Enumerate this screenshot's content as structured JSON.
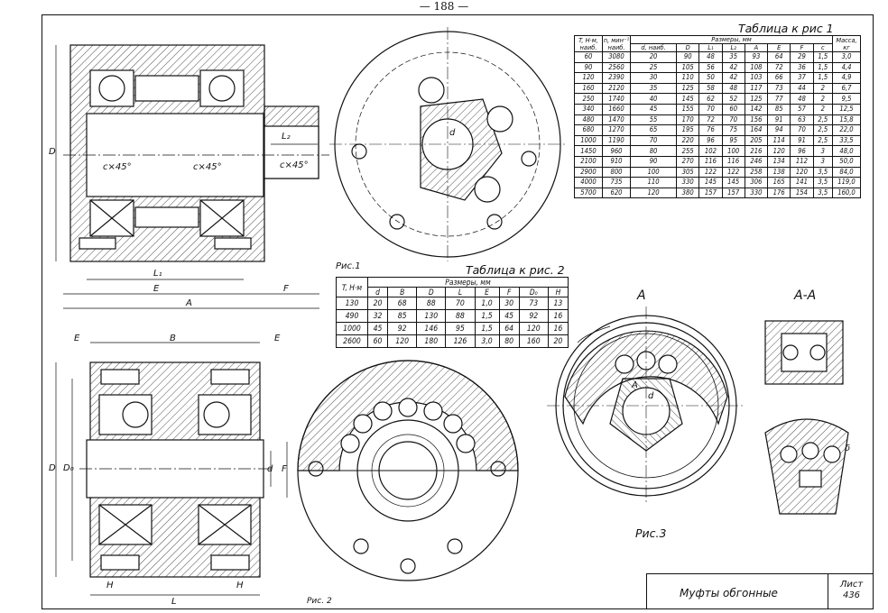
{
  "page_number": "— 188 —",
  "table1": {
    "title": "Таблица к рис 1",
    "header": {
      "T": "T, Н·м, наиб.",
      "n": "n, мин⁻¹ наиб.",
      "group": "Размеры, мм",
      "cols": [
        "d, наиб.",
        "D",
        "L₁",
        "L₂",
        "A",
        "E",
        "F",
        "c"
      ],
      "mass": "Масса, кг"
    },
    "rows": [
      [
        "60",
        "3080",
        "20",
        "90",
        "48",
        "35",
        "93",
        "64",
        "29",
        "1,5",
        "3,0"
      ],
      [
        "90",
        "2560",
        "25",
        "105",
        "56",
        "42",
        "108",
        "72",
        "36",
        "1,5",
        "4,4"
      ],
      [
        "120",
        "2390",
        "30",
        "110",
        "50",
        "42",
        "103",
        "66",
        "37",
        "1,5",
        "4,9"
      ],
      [
        "160",
        "2120",
        "35",
        "125",
        "58",
        "48",
        "117",
        "73",
        "44",
        "2",
        "6,7"
      ],
      [
        "250",
        "1740",
        "40",
        "145",
        "62",
        "52",
        "125",
        "77",
        "48",
        "2",
        "9,5"
      ],
      [
        "340",
        "1660",
        "45",
        "155",
        "70",
        "60",
        "142",
        "85",
        "57",
        "2",
        "12,5"
      ],
      [
        "480",
        "1470",
        "55",
        "170",
        "72",
        "70",
        "156",
        "91",
        "63",
        "2,5",
        "15,8"
      ],
      [
        "680",
        "1270",
        "65",
        "195",
        "76",
        "75",
        "164",
        "94",
        "70",
        "2,5",
        "22,0"
      ],
      [
        "1000",
        "1190",
        "70",
        "220",
        "96",
        "95",
        "205",
        "114",
        "91",
        "2,5",
        "33,5"
      ],
      [
        "1450",
        "960",
        "80",
        "255",
        "102",
        "100",
        "216",
        "120",
        "96",
        "3",
        "48,0"
      ],
      [
        "2100",
        "910",
        "90",
        "270",
        "116",
        "116",
        "246",
        "134",
        "112",
        "3",
        "50,0"
      ],
      [
        "2900",
        "800",
        "100",
        "305",
        "122",
        "122",
        "258",
        "138",
        "120",
        "3,5",
        "84,0"
      ],
      [
        "4000",
        "735",
        "110",
        "330",
        "145",
        "145",
        "306",
        "165",
        "141",
        "3,5",
        "119,0"
      ],
      [
        "5700",
        "620",
        "120",
        "380",
        "157",
        "157",
        "330",
        "176",
        "154",
        "3,5",
        "160,0"
      ]
    ]
  },
  "table2": {
    "title": "Таблица к рис. 2",
    "header": {
      "T": "T, Н·м",
      "group": "Размеры, мм",
      "cols": [
        "d",
        "B",
        "D",
        "L",
        "E",
        "F",
        "D₀",
        "H"
      ]
    },
    "rows": [
      [
        "130",
        "20",
        "68",
        "88",
        "70",
        "1,0",
        "30",
        "73",
        "13"
      ],
      [
        "490",
        "32",
        "85",
        "130",
        "88",
        "1,5",
        "45",
        "92",
        "16"
      ],
      [
        "1000",
        "45",
        "92",
        "146",
        "95",
        "1,5",
        "64",
        "120",
        "16"
      ],
      [
        "2600",
        "60",
        "120",
        "180",
        "126",
        "3,0",
        "80",
        "160",
        "20"
      ]
    ]
  },
  "captions": {
    "fig1": "Рис.1",
    "fig2": "Рис. 2",
    "fig3": "Рис.3",
    "section": "A-A",
    "arrow_a": "А",
    "section_a": "A"
  },
  "labels": {
    "D": "D",
    "L1": "L₁",
    "E": "E",
    "A": "A",
    "F": "F",
    "L2": "L₂",
    "c1": "c×45°",
    "c2": "c×45°",
    "c3": "c×45°",
    "d": "d",
    "B": "B",
    "E2a": "E",
    "E2b": "E",
    "D2": "D",
    "D0": "D₀",
    "d2": "d",
    "F2": "F",
    "H1": "H",
    "H2": "H",
    "L": "L",
    "d3": "d",
    "sigma": "δ"
  },
  "title_block": {
    "name": "Муфты обгонные",
    "sheet_label": "Лист",
    "sheet_no": "436"
  }
}
